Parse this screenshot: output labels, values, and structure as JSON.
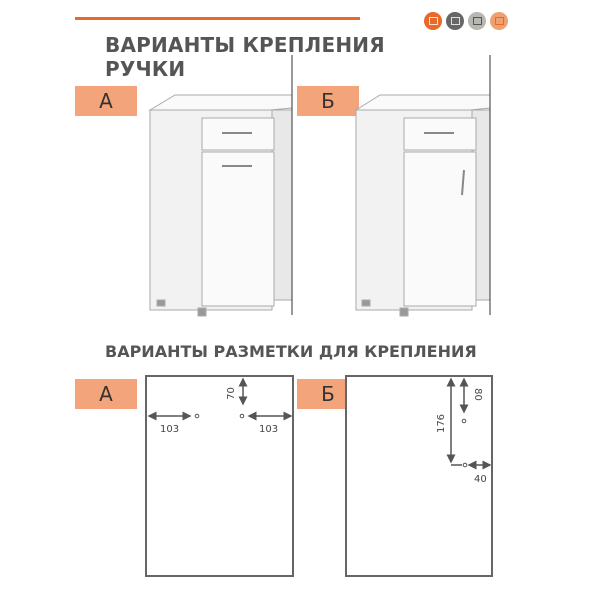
{
  "title_line1": "ВАРИАНТЫ КРЕПЛЕНИЯ",
  "title_line2": "РУЧКИ",
  "subtitle": "ВАРИАНТЫ РАЗМЕТКИ  ДЛЯ КРЕПЛЕНИЯ",
  "variant_a": "А",
  "variant_b": "Б",
  "dims_a": {
    "left": "103",
    "right": "103",
    "top": "70"
  },
  "dims_b": {
    "top": "80",
    "height": "176",
    "side": "40"
  },
  "colors": {
    "accent": "#e8692a",
    "badge": "#f4a47a",
    "icons": [
      "#e8692a",
      "#666666",
      "#b8b8b2",
      "#f0a070"
    ]
  }
}
